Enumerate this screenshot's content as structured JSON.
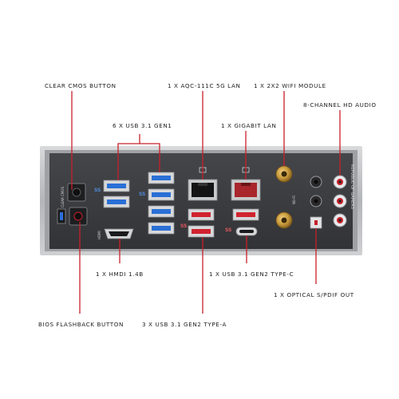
{
  "labels": {
    "clear_cmos": "CLEAR CMOS BUTTON",
    "aqc_lan": "1 X AQC-111C 5G LAN",
    "wifi_module": "1 X 2X2 WIFI MODULE",
    "hd_audio": "8-CHANNEL HD AUDIO",
    "usb31_gen1": "6 X USB 3.1 GEN1",
    "gigabit_lan": "1 X GIGABIT LAN",
    "hdmi": "1 X HMDI 1.4B",
    "usb31_gen2_c": "1 X USB 3.1 GEN2 TYPE-C",
    "optical_spdif": "1 X OPTICAL S/PDIF OUT",
    "bios_flashback": "BIOS FLASHBACK BUTTON",
    "usb31_gen2_a": "3 X USB 3.1 GEN2 TYPE-A"
  },
  "panel": {
    "clear_cmos_small": "CLEAR CMOS",
    "hdmi_small": "HDMI",
    "wifi_small": "Wi-Fi",
    "rog_text": "REPUBLIC OF GAMERS",
    "ss_logo": "SS"
  },
  "colors": {
    "leader_line": "#c8202a",
    "usb_gen1": "#2a6fd6",
    "usb_gen2": "#d0232f",
    "panel": "#3b3c40",
    "frame": "#b9bbbe"
  }
}
